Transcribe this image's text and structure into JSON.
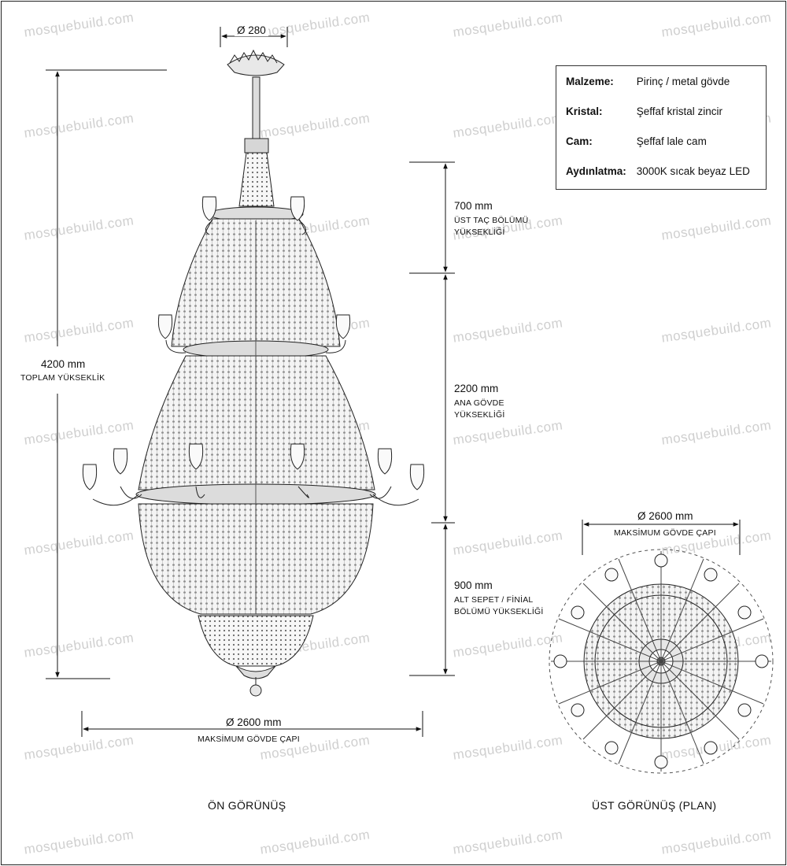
{
  "watermark": "mosquebuild.com",
  "specs": [
    {
      "key": "Malzeme:",
      "value": "Pirinç / metal gövde"
    },
    {
      "key": "Kristal:",
      "value": "Şeffaf kristal zincir"
    },
    {
      "key": "Cam:",
      "value": "Şeffaf lale cam"
    },
    {
      "key": "Aydınlatma:",
      "value": "3000K sıcak beyaz LED"
    }
  ],
  "dimensions": {
    "top_diameter": "Ø 280",
    "total_height": {
      "value": "4200 mm",
      "label": "TOPLAM YÜKSEKLİK"
    },
    "crown": {
      "value": "700 mm",
      "line1": "ÜST TAÇ BÖLÜMÜ",
      "line2": "YÜKSEKLİĞİ"
    },
    "body": {
      "value": "2200 mm",
      "line1": "ANA GÖVDE",
      "line2": "YÜKSEKLİĞİ"
    },
    "bottom": {
      "value": "900 mm",
      "line1": "ALT SEPET / FİNİAL",
      "line2": "BÖLÜMÜ YÜKSEKLİĞİ"
    },
    "front_width": {
      "value": "Ø 2600 mm",
      "label": "MAKSİMUM GÖVDE ÇAPI"
    },
    "plan_width": {
      "value": "Ø 2600 mm",
      "label": "MAKSİMUM GÖVDE ÇAPI"
    }
  },
  "views": {
    "front": "ÖN GÖRÜNÜŞ",
    "plan": "ÜST GÖRÜNÜŞ (PLAN)"
  }
}
